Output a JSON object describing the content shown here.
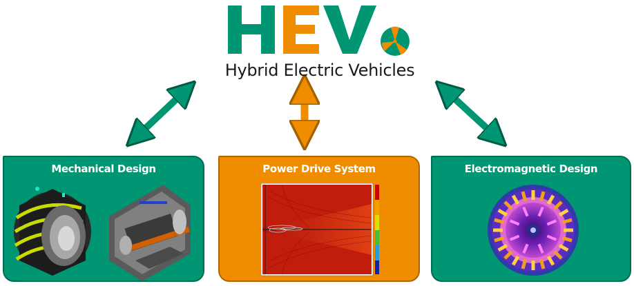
{
  "logo": {
    "wordmark": "HEV",
    "colors": {
      "h": "#009673",
      "e": "#ef8c00",
      "v": "#009673"
    }
  },
  "subtitle": "Hybrid Electric Vehicles",
  "panels": [
    {
      "title": "Mechanical Design",
      "color": "#009673"
    },
    {
      "title": "Power Drive System",
      "color": "#ef8c00"
    },
    {
      "title": "Electromagnetic Design",
      "color": "#009673"
    }
  ],
  "arrows": {
    "green": "#009673",
    "orange": "#ef8c00"
  }
}
